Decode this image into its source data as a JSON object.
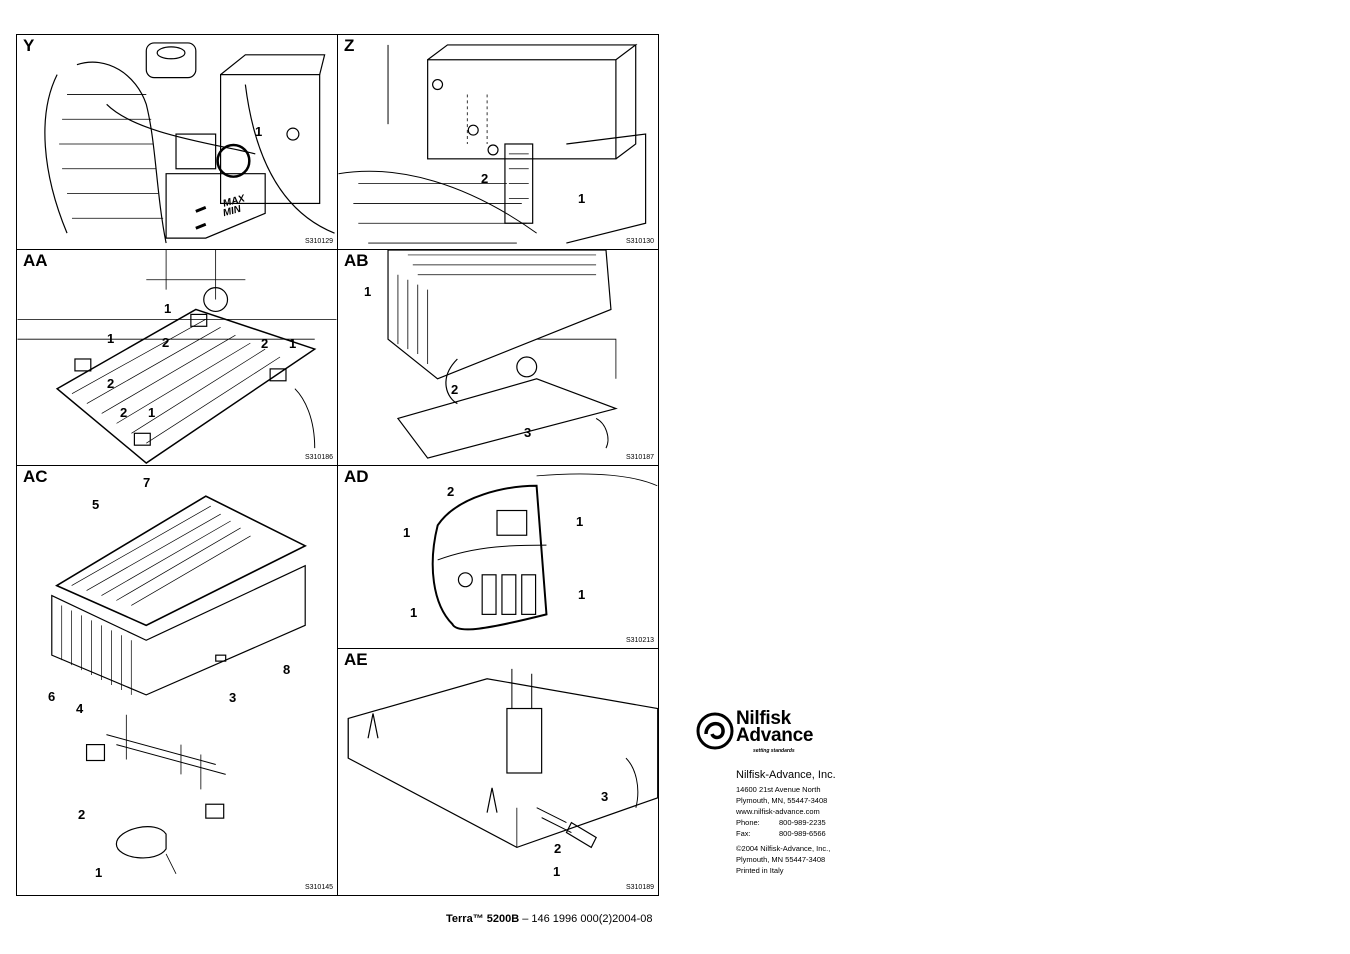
{
  "panels": {
    "y": {
      "label": "Y",
      "code": "S310129",
      "callouts": [
        "1"
      ],
      "level_marks": [
        "MAX",
        "MIN"
      ]
    },
    "z": {
      "label": "Z",
      "code": "S310130",
      "callouts": [
        "2",
        "1"
      ]
    },
    "aa": {
      "label": "AA",
      "code": "S310186",
      "callouts": [
        "1",
        "2",
        "1",
        "2",
        "1",
        "2",
        "2",
        "1"
      ]
    },
    "ab": {
      "label": "AB",
      "code": "S310187",
      "callouts": [
        "1",
        "2",
        "3"
      ]
    },
    "ac": {
      "label": "AC",
      "code": "S310145",
      "callouts": [
        "7",
        "5",
        "6",
        "4",
        "3",
        "8",
        "2",
        "1"
      ]
    },
    "ad": {
      "label": "AD",
      "code": "S310213",
      "callouts": [
        "2",
        "1",
        "1",
        "1",
        "1"
      ]
    },
    "ae": {
      "label": "AE",
      "code": "S310189",
      "callouts": [
        "3",
        "2",
        "1"
      ]
    }
  },
  "footer": {
    "product": "Terra™ 5200B",
    "docnum": " – 146 1996 000(2)2004-08"
  },
  "brand": {
    "line1": "Nilfisk",
    "line2": "Advance",
    "tagline": "setting standards",
    "color": "#000000"
  },
  "contact": {
    "company": "Nilfisk-Advance, Inc.",
    "street": "14600 21st Avenue North",
    "city": "Plymouth, MN, 55447-3408",
    "web": "www.nilfisk-advance.com",
    "phone_label": "Phone:",
    "phone": "800-989-2235",
    "fax_label": "Fax:",
    "fax": "800-989-6566",
    "copyright": "©2004 Nilfisk-Advance, Inc.,",
    "copyright_city": "Plymouth, MN 55447-3408",
    "printed": "Printed in Italy"
  }
}
